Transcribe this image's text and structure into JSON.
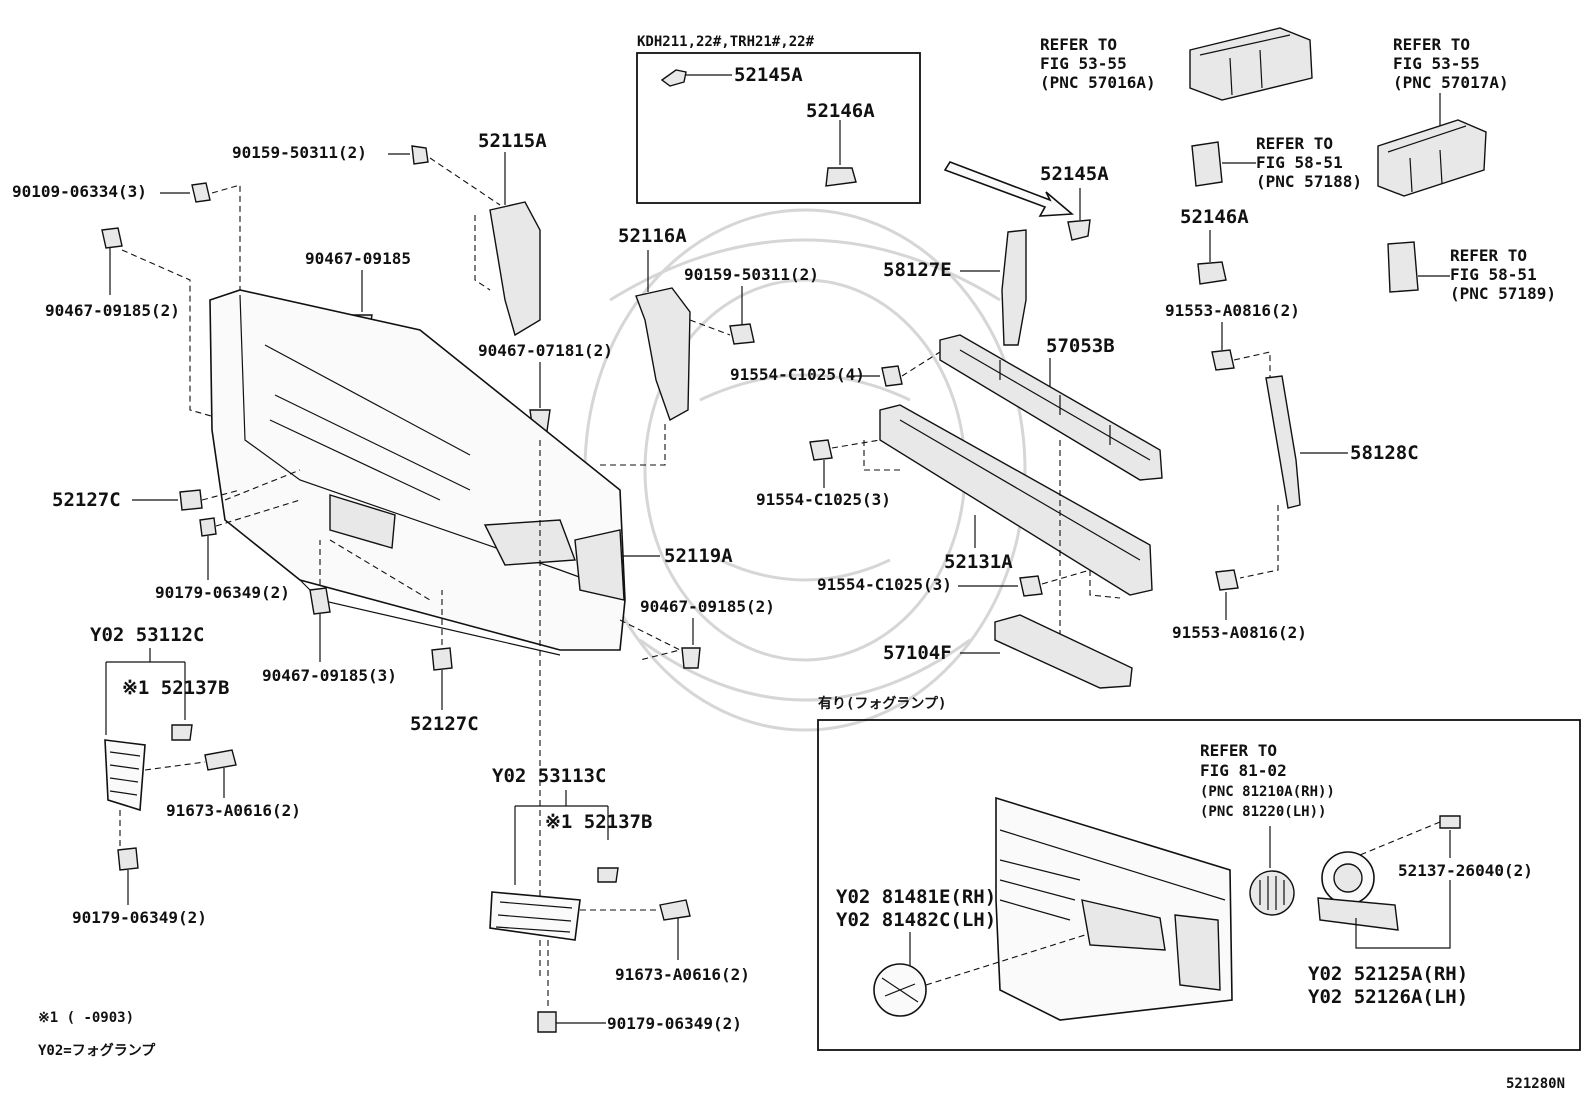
{
  "diagram_code": "521280N",
  "variant_box": {
    "title": "KDH211,22#,TRH21#,22#",
    "parts": [
      "52145A",
      "52146A"
    ]
  },
  "fog_box": {
    "title": "有り(フォグランプ)"
  },
  "notes": {
    "note1": "※1 (      -0903)",
    "y02": "Y02=フォグランプ"
  },
  "refs": {
    "fig53_55_a": [
      "REFER TO",
      "FIG 53-55",
      "(PNC 57016A)"
    ],
    "fig53_55_b": [
      "REFER TO",
      "FIG 53-55",
      "(PNC 57017A)"
    ],
    "fig58_51_a": [
      "REFER TO",
      "FIG 58-51",
      "(PNC 57188)"
    ],
    "fig58_51_b": [
      "REFER TO",
      "FIG 58-51",
      "(PNC 57189)"
    ],
    "fig81_02": [
      "REFER TO",
      "FIG 81-02",
      "(PNC 81210A(RH))",
      "(PNC 81220(LH))"
    ]
  },
  "labels": {
    "p90109": "90109-06334(3)",
    "p90159_a": "90159-50311(2)",
    "p52115A": "52115A",
    "p90467_09185_2_a": "90467-09185(2)",
    "p90467_09185": "90467-09185",
    "p90467_07181": "90467-07181(2)",
    "p52116A": "52116A",
    "p90159_b": "90159-50311(2)",
    "p91554_4": "91554-C1025(4)",
    "p91554_3a": "91554-C1025(3)",
    "p91554_3b": "91554-C1025(3)",
    "p52145A": "52145A",
    "p58127E": "58127E",
    "p57053B": "57053B",
    "p52146A": "52146A",
    "p91553_a": "91553-A0816(2)",
    "p91553_b": "91553-A0816(2)",
    "p58128C": "58128C",
    "p52131A": "52131A",
    "p57104F": "57104F",
    "p52127C_a": "52127C",
    "p52127C_b": "52127C",
    "p52119A": "52119A",
    "p90179_a": "90179-06349(2)",
    "p90179_b": "90179-06349(2)",
    "p90179_c": "90179-06349(2)",
    "p90467_09185_3": "90467-09185(3)",
    "p90467_09185_2_b": "90467-09185(2)",
    "p53112C": "Y02 53112C",
    "p52137B_a": "※1 52137B",
    "p91673_a": "91673-A0616(2)",
    "p53113C": "Y02 53113C",
    "p52137B_b": "※1 52137B",
    "p91673_b": "91673-A0616(2)",
    "p81481E": "Y02 81481E(RH)",
    "p81482C": "Y02 81482C(LH)",
    "p52137_26040": "52137-26040(2)",
    "p52125A": "Y02 52125A(RH)",
    "p52126A": "Y02 52126A(LH)"
  }
}
